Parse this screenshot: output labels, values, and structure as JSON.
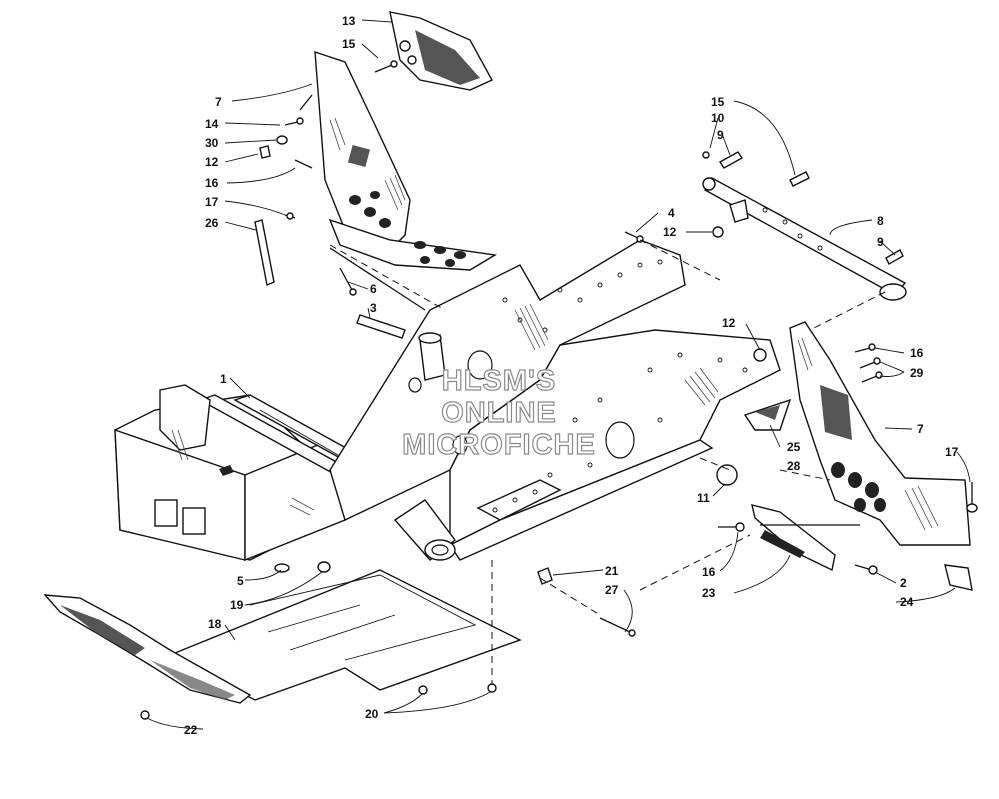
{
  "diagram": {
    "callouts": {
      "c13": "13",
      "c15a": "15",
      "c7a": "7",
      "c14": "14",
      "c30": "30",
      "c12a": "12",
      "c16a": "16",
      "c17a": "17",
      "c26": "26",
      "c6": "6",
      "c3": "3",
      "c1": "1",
      "c5": "5",
      "c19": "19",
      "c18": "18",
      "c22": "22",
      "c20": "20",
      "c21": "21",
      "c27": "27",
      "c4": "4",
      "c12b": "12",
      "c15b": "15",
      "c10": "10",
      "c9a": "9",
      "c8": "8",
      "c9b": "9",
      "c12c": "12",
      "c16b": "16",
      "c29": "29",
      "c7b": "7",
      "c25": "25",
      "c28": "28",
      "c17b": "17",
      "c11": "11",
      "c16c": "16",
      "c23": "23",
      "c2": "2",
      "c24": "24"
    },
    "watermark": [
      "HLSM'S",
      "ONLINE",
      "MICROFICHE"
    ]
  }
}
